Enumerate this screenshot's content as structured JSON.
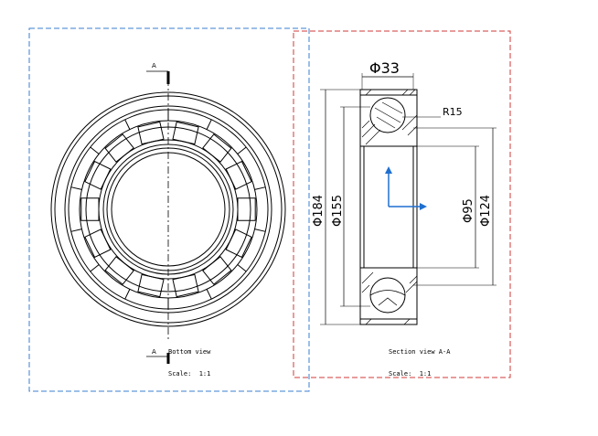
{
  "views": {
    "bottom": {
      "title": "Bottom view",
      "scale": "Scale:  1:1",
      "frame_color": "#3a7fd0"
    },
    "section": {
      "title": "Section view A-A",
      "scale": "Scale:  1:1",
      "frame_color": "#d03a3a"
    }
  },
  "section_marks": {
    "top": "A",
    "bottom": "A"
  },
  "dimensions": {
    "ball_diameter": "Φ33",
    "radius": "R15",
    "outer_d": "Φ184",
    "outer_groove_d": "Φ155",
    "bore_d": "Φ95",
    "inner_ring_d": "Φ124"
  },
  "colors": {
    "axis": "#1f6fd0",
    "line": "#000000"
  }
}
